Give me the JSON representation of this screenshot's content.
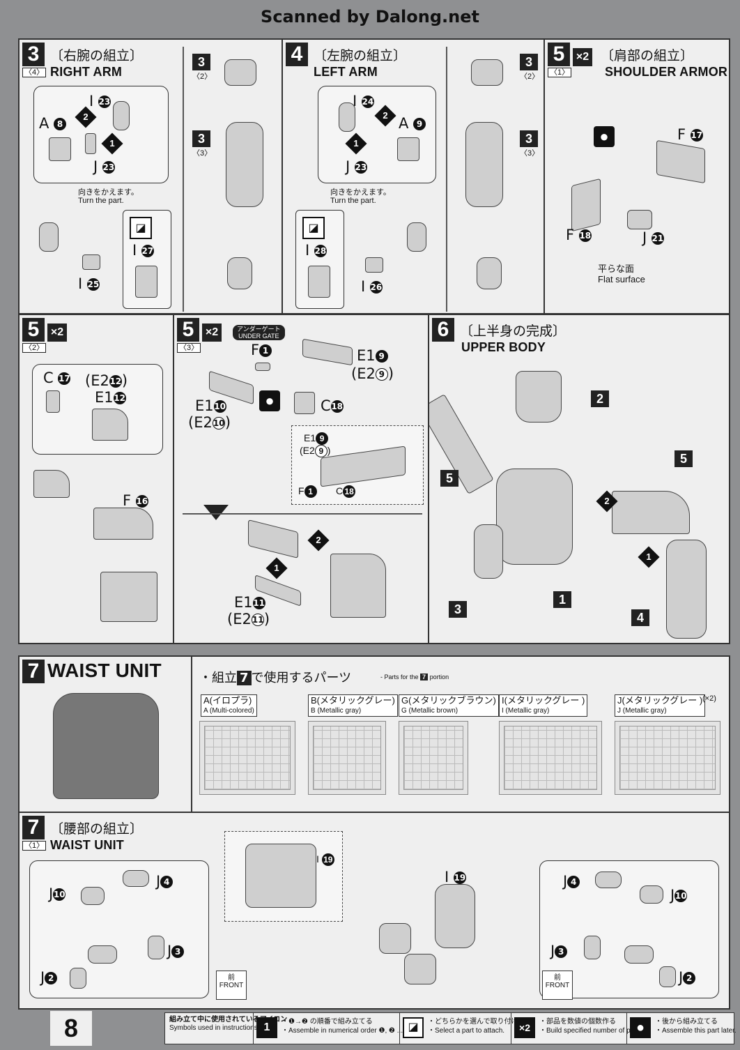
{
  "scan_credit": "Scanned by Dalong.net",
  "page_number": "8",
  "step3": {
    "num": "3",
    "sub": "〈4〉",
    "jp": "〔右腕の組立〕",
    "en": "RIGHT ARM",
    "labels": {
      "a8": "A",
      "j23": "J",
      "i23": "I",
      "i25": "I",
      "i27": "I",
      "turn_jp": "向きをかえます。",
      "turn_en": "Turn the part."
    },
    "nums": {
      "a": "8",
      "i23": "23",
      "j23": "23",
      "i25": "25",
      "i27": "27"
    },
    "side_top": "〈2〉",
    "side_mid": "〈3〉",
    "side_num": "3"
  },
  "step4": {
    "num": "4",
    "jp": "〔左腕の組立〕",
    "en": "LEFT ARM",
    "labels": {
      "i": "I",
      "a": "A",
      "j": "J",
      "i26": "I",
      "i28": "I",
      "turn_jp": "向きをかえます。",
      "turn_en": "Turn the part."
    },
    "nums": {
      "i24": "24",
      "a9": "9",
      "j23": "23",
      "i26": "26",
      "i28": "28"
    },
    "side_top": "〈2〉",
    "side_mid": "〈3〉",
    "side_num": "3"
  },
  "step5a": {
    "num": "5",
    "sub": "〈1〉",
    "x2": "×2",
    "jp": "〔肩部の組立〕",
    "en": "SHOULDER ARMOR",
    "labels": {
      "f17": "F",
      "f18": "F",
      "j21": "J",
      "flat_jp": "平らな面",
      "flat_en": "Flat surface"
    },
    "nums": {
      "f17": "17",
      "f18": "18",
      "j21": "21"
    }
  },
  "step5b": {
    "num": "5",
    "sub": "〈2〉",
    "x2": "×2",
    "labels": {
      "c17": "C",
      "e212": "(E2",
      "e112": "E1",
      "f16": "F"
    },
    "nums": {
      "c17": "17",
      "e212": "12",
      "e112": "12",
      "f16": "16"
    },
    "paren_close": ")"
  },
  "step5c": {
    "num": "5",
    "sub": "〈3〉",
    "x2": "×2",
    "under_gate_jp": "アンダーゲート",
    "under_gate_en": "UNDER GATE",
    "labels": {
      "f1": "F",
      "e19": "E1",
      "e29": "(E2",
      "c18": "C",
      "e110": "E1",
      "e210": "(E2",
      "e111": "E1",
      "e211": "(E2"
    },
    "nums": {
      "f1": "1",
      "e19": "9",
      "e29": "9",
      "c18": "18",
      "e110": "10",
      "e210": "10",
      "e111": "11",
      "e211": "11"
    },
    "paren_close": ")"
  },
  "step6": {
    "num": "6",
    "jp": "〔上半身の完成〕",
    "en": "UPPER BODY",
    "parts": [
      "2",
      "5",
      "5",
      "1",
      "3",
      "4"
    ]
  },
  "step7_header": {
    "num": "7",
    "title": "WAIST UNIT",
    "parts_jp": "・組立",
    "parts_jp2": "で使用するパーツ",
    "parts_en": "- Parts for the",
    "parts_en2": "portion",
    "runners": [
      {
        "jp": "A(イロプラ)",
        "en": "A (Multi-colored)"
      },
      {
        "jp": "B(メタリックグレー)",
        "en": "B (Metallic gray)"
      },
      {
        "jp": "G(メタリックブラウン)",
        "en": "G (Metallic brown)"
      },
      {
        "jp": "I(メタリックグレー )",
        "en": "I (Metallic gray)"
      },
      {
        "jp": "J(メタリックグレー )",
        "en": "J (Metallic gray)"
      }
    ],
    "j_mult": "(×2)"
  },
  "step7": {
    "num": "7",
    "sub": "〈1〉",
    "jp": "〔腰部の組立〕",
    "en": "WAIST UNIT",
    "labels": {
      "i19": "I",
      "j": "J"
    },
    "nums": {
      "i19": "19",
      "j10": "10",
      "j4": "4",
      "j3": "3",
      "j2": "2"
    },
    "front_jp": "前",
    "front_en": "FRONT"
  },
  "legend": {
    "title_jp": "組み立て中に使用されているアイコン",
    "title_en": "Symbols used in instructions",
    "items": [
      {
        "icon": "1",
        "jp": "・❶→❷ の順番で組み立てる",
        "en": "・Assemble in numerical order ❶, ❷ ..."
      },
      {
        "icon": "◪",
        "jp": "・どちらかを選んで取り付ける",
        "en": "・Select a part to attach."
      },
      {
        "icon": "×2",
        "jp": "・部品を数値の個数作る",
        "en": "・Build specified number of parts."
      },
      {
        "icon": "●",
        "jp": "・後から組み立てる",
        "en": "・Assemble this part later."
      }
    ]
  }
}
